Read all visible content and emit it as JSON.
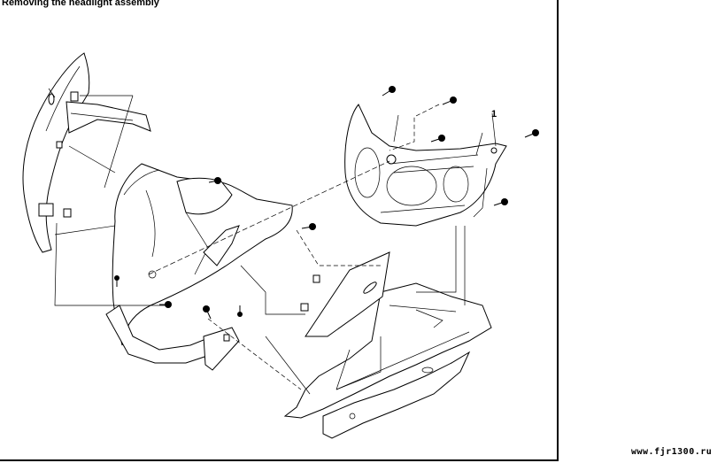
{
  "title": "Removing the headlight assembly",
  "callout_number": "1",
  "watermark": "www.fjr1300.ru",
  "colors": {
    "ink": "#000000",
    "paper": "#ffffff"
  }
}
